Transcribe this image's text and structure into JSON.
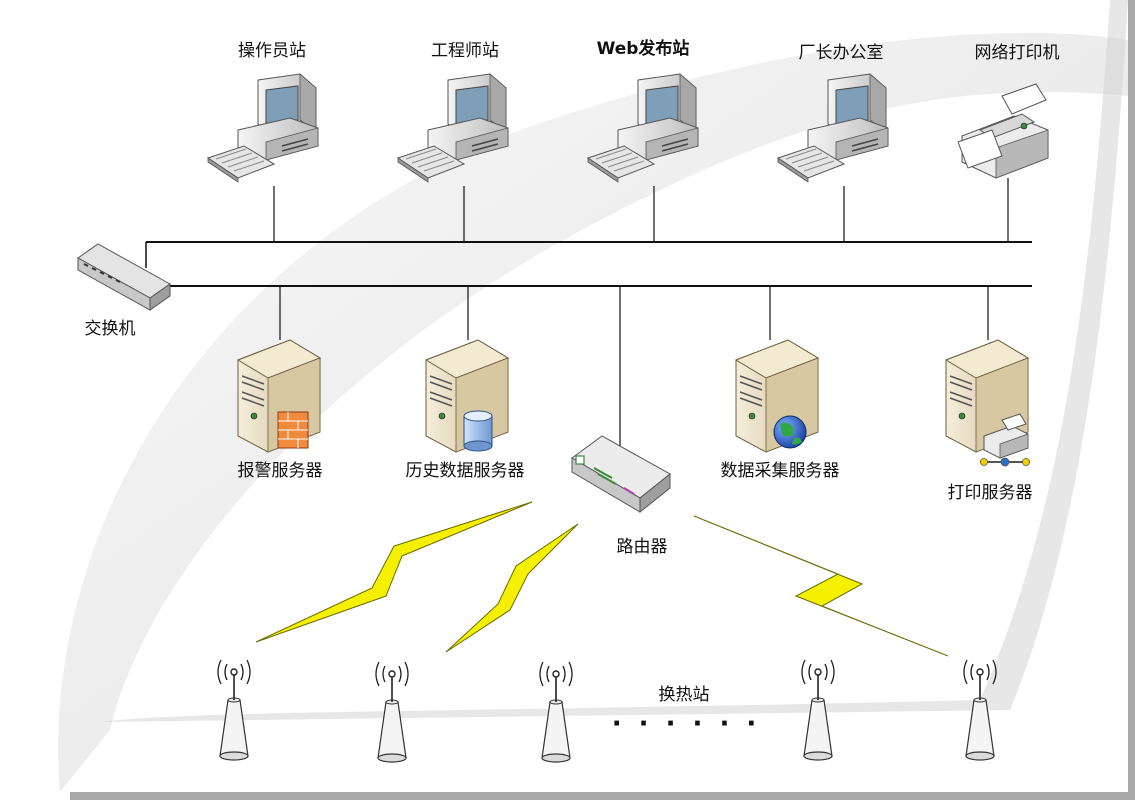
{
  "workstations": [
    {
      "label": "操作员站",
      "icon": "computer-icon"
    },
    {
      "label": "工程师站",
      "icon": "computer-icon"
    },
    {
      "label": "Web发布站",
      "icon": "computer-icon"
    },
    {
      "label": "厂长办公室",
      "icon": "computer-icon"
    },
    {
      "label": "网络打印机",
      "icon": "printer-icon"
    }
  ],
  "switch": {
    "label": "交换机",
    "icon": "switch-icon"
  },
  "servers": [
    {
      "label": "报警服务器",
      "icon": "firewall-icon"
    },
    {
      "label": "历史数据服务器",
      "icon": "database-icon"
    },
    {
      "label": "数据采集服务器",
      "icon": "globe-icon"
    },
    {
      "label": "打印服务器",
      "icon": "printer-icon"
    }
  ],
  "router": {
    "label": "路由器",
    "icon": "router-icon"
  },
  "stations": {
    "label": "换热站",
    "ellipsis": "· · · · · ·",
    "icon": "antenna-icon"
  },
  "colors": {
    "lightning": "#f4f000",
    "bus": "#111111",
    "server": "#e9ddc0",
    "screen": "#7f9fb8"
  }
}
